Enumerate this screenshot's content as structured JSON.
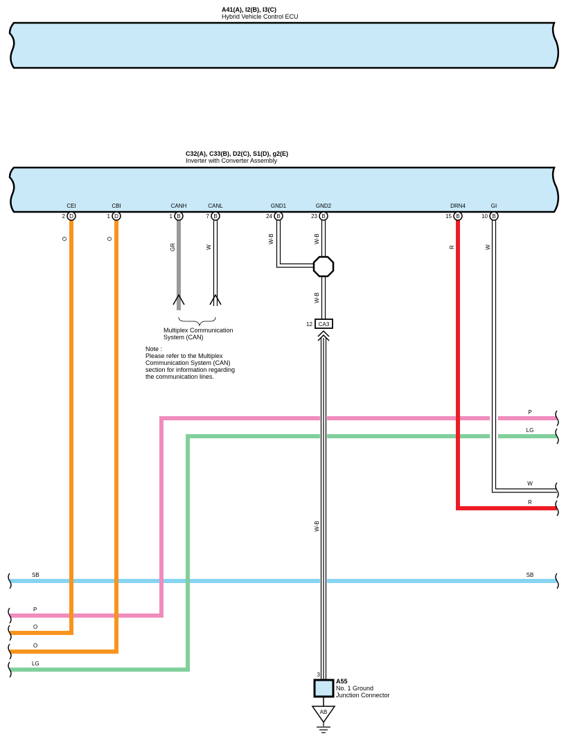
{
  "ecu": {
    "header": "A41(A), I2(B), I3(C)",
    "name": "Hybrid Vehicle Control ECU"
  },
  "inverter": {
    "header": "C32(A), C33(B), D2(C), S1(D), g2(E)",
    "name": "Inverter with Converter Assembly",
    "terminals": [
      {
        "name": "CEI",
        "pin": "2",
        "conn": "D",
        "wire": "O"
      },
      {
        "name": "CBI",
        "pin": "1",
        "conn": "D",
        "wire": "O"
      },
      {
        "name": "CANH",
        "pin": "1",
        "conn": "B",
        "wire": "GR"
      },
      {
        "name": "CANL",
        "pin": "7",
        "conn": "B",
        "wire": "W"
      },
      {
        "name": "GND1",
        "pin": "24",
        "conn": "B",
        "wire": "W-B"
      },
      {
        "name": "GND2",
        "pin": "23",
        "conn": "B",
        "wire": "W-B"
      },
      {
        "name": "DRN4",
        "pin": "15",
        "conn": "B",
        "wire": "R"
      },
      {
        "name": "GI",
        "pin": "10",
        "conn": "B",
        "wire": "W"
      }
    ]
  },
  "can_label": {
    "line1": "Multiplex Communication",
    "line2": "System (CAN)"
  },
  "note": {
    "line1": "Note :",
    "line2": "Please refer to the Multiplex",
    "line3": "Communication System (CAN)",
    "line4": "section for information regarding",
    "line5": "the communication lines."
  },
  "ground_wire": {
    "upper": "W-B",
    "lower": "W-B"
  },
  "ca3": {
    "pin": "12",
    "name": "CA3"
  },
  "a55": {
    "pin": "3",
    "code": "A55",
    "line1": "No.  1 Ground",
    "line2": "Junction Connector"
  },
  "ground_point": "AB",
  "right_wires": {
    "p": "P",
    "lg": "LG",
    "w": "W",
    "r": "R",
    "sb": "SB"
  },
  "left_wires": {
    "sb": "SB",
    "p": "P",
    "o1": "O",
    "o2": "O",
    "lg": "LG"
  },
  "colors": {
    "orange": "#f7941d",
    "gray": "#9a9a9a",
    "pink": "#f08cbe",
    "green": "#82cf9c",
    "red": "#ed1c24",
    "sky": "#87d3f2",
    "panel": "#c9e9f8"
  }
}
